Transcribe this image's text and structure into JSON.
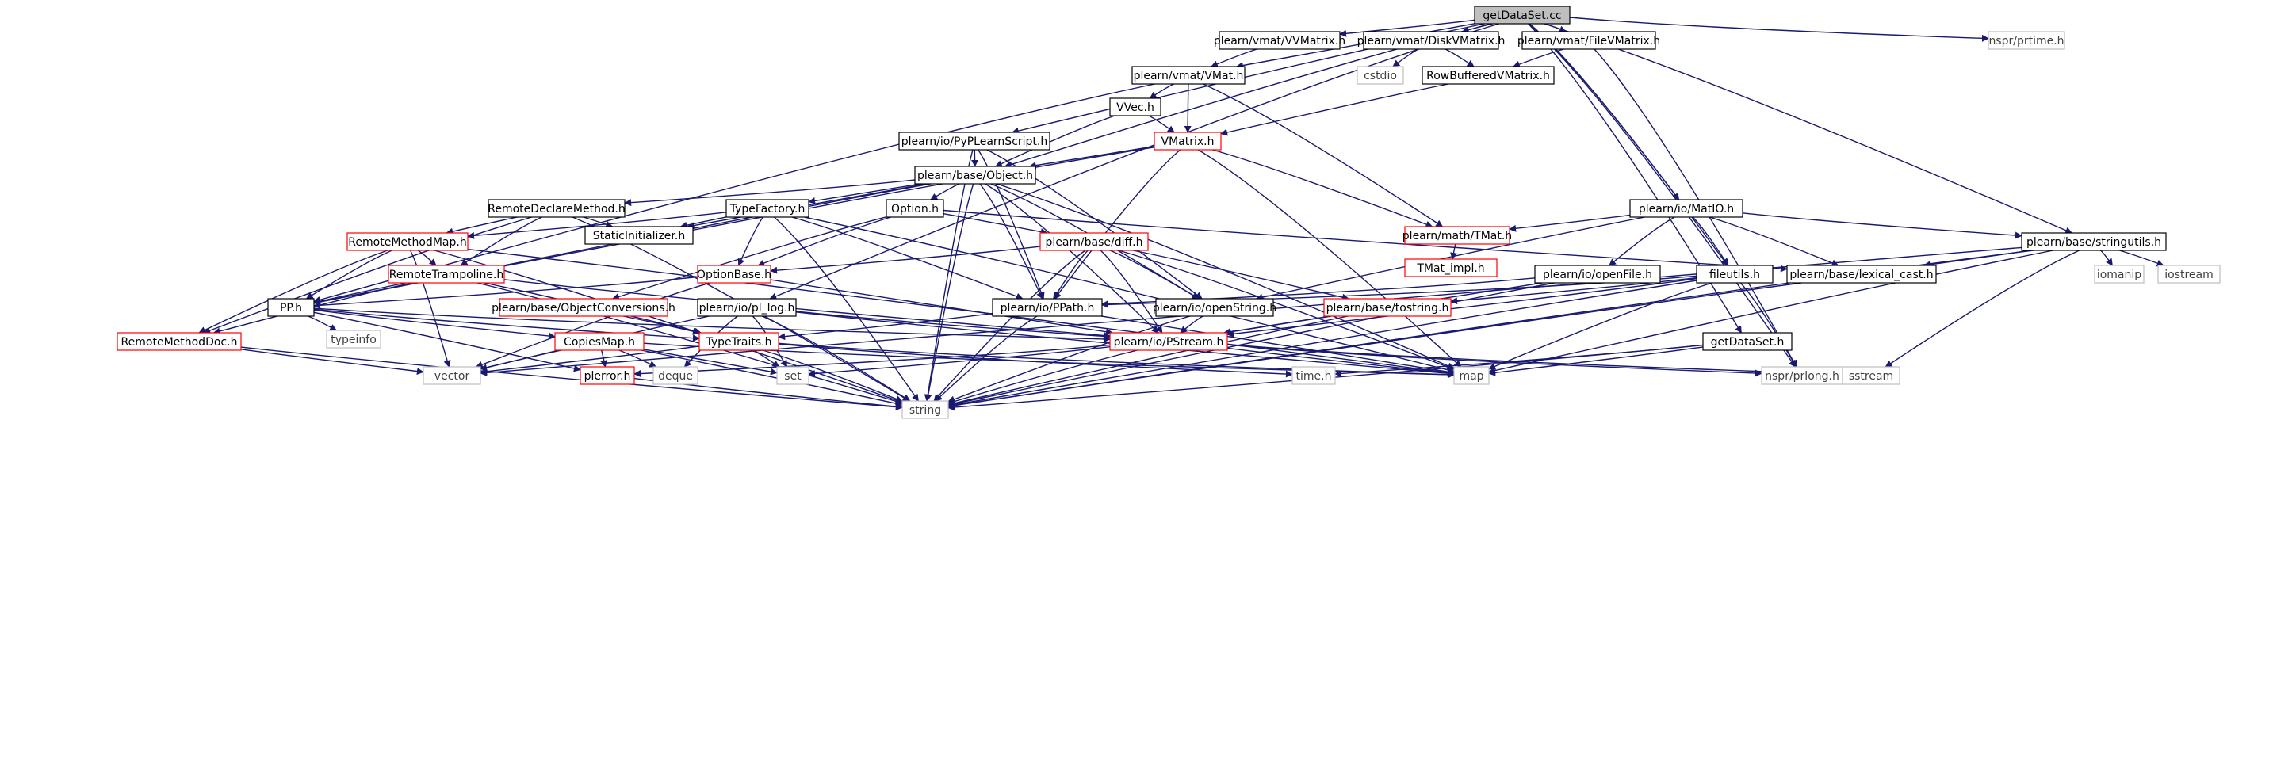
{
  "graph": {
    "root": "getDataSet.cc",
    "colors": {
      "root_fill": "#bfbfbf",
      "normal_border": "#000000",
      "truncated_border": "#ff0000",
      "system_border": "#bfbfbf",
      "edge": "#191970",
      "text_normal": "#000000",
      "text_system": "#404040"
    },
    "nodes": [
      {
        "id": "getDataSet.cc",
        "label": "getDataSet.cc",
        "kind": "root"
      },
      {
        "id": "VVMatrix",
        "label": "plearn/vmat/VVMatrix.h",
        "kind": "normal"
      },
      {
        "id": "DiskVMatrix",
        "label": "plearn/vmat/DiskVMatrix.h",
        "kind": "normal"
      },
      {
        "id": "FileVMatrix",
        "label": "plearn/vmat/FileVMatrix.h",
        "kind": "normal"
      },
      {
        "id": "prtime",
        "label": "nspr/prtime.h",
        "kind": "system"
      },
      {
        "id": "VMat",
        "label": "plearn/vmat/VMat.h",
        "kind": "normal"
      },
      {
        "id": "cstdio",
        "label": "cstdio",
        "kind": "system"
      },
      {
        "id": "RowBuffered",
        "label": "RowBufferedVMatrix.h",
        "kind": "normal"
      },
      {
        "id": "VVec",
        "label": "VVec.h",
        "kind": "normal"
      },
      {
        "id": "PyPLearnScript",
        "label": "plearn/io/PyPLearnScript.h",
        "kind": "normal"
      },
      {
        "id": "VMatrix",
        "label": "VMatrix.h",
        "kind": "truncated"
      },
      {
        "id": "Object",
        "label": "plearn/base/Object.h",
        "kind": "normal"
      },
      {
        "id": "MatIO",
        "label": "plearn/io/MatIO.h",
        "kind": "normal"
      },
      {
        "id": "RemoteDeclareMethod",
        "label": "RemoteDeclareMethod.h",
        "kind": "normal"
      },
      {
        "id": "TypeFactory",
        "label": "TypeFactory.h",
        "kind": "normal"
      },
      {
        "id": "Option",
        "label": "Option.h",
        "kind": "normal"
      },
      {
        "id": "TMat",
        "label": "plearn/math/TMat.h",
        "kind": "truncated"
      },
      {
        "id": "StaticInitializer",
        "label": "StaticInitializer.h",
        "kind": "normal"
      },
      {
        "id": "RemoteMethodMap",
        "label": "RemoteMethodMap.h",
        "kind": "truncated"
      },
      {
        "id": "diff",
        "label": "plearn/base/diff.h",
        "kind": "truncated"
      },
      {
        "id": "stringutils",
        "label": "plearn/base/stringutils.h",
        "kind": "normal"
      },
      {
        "id": "TMat_impl",
        "label": "TMat_impl.h",
        "kind": "truncated"
      },
      {
        "id": "OptionBase",
        "label": "OptionBase.h",
        "kind": "truncated"
      },
      {
        "id": "RemoteTrampoline",
        "label": "RemoteTrampoline.h",
        "kind": "truncated"
      },
      {
        "id": "openFile",
        "label": "plearn/io/openFile.h",
        "kind": "normal"
      },
      {
        "id": "fileutils",
        "label": "fileutils.h",
        "kind": "normal"
      },
      {
        "id": "lexical_cast",
        "label": "plearn/base/lexical_cast.h",
        "kind": "normal"
      },
      {
        "id": "iomanip",
        "label": "iomanip",
        "kind": "system"
      },
      {
        "id": "iostream",
        "label": "iostream",
        "kind": "system"
      },
      {
        "id": "PP",
        "label": "PP.h",
        "kind": "normal"
      },
      {
        "id": "ObjectConversions",
        "label": "plearn/base/ObjectConversions.h",
        "kind": "truncated"
      },
      {
        "id": "pl_log",
        "label": "plearn/io/pl_log.h",
        "kind": "normal"
      },
      {
        "id": "PPath",
        "label": "plearn/io/PPath.h",
        "kind": "normal"
      },
      {
        "id": "openString",
        "label": "plearn/io/openString.h",
        "kind": "normal"
      },
      {
        "id": "tostring",
        "label": "plearn/base/tostring.h",
        "kind": "truncated"
      },
      {
        "id": "typeinfo",
        "label": "typeinfo",
        "kind": "system"
      },
      {
        "id": "RemoteMethodDoc",
        "label": "RemoteMethodDoc.h",
        "kind": "truncated"
      },
      {
        "id": "CopiesMap",
        "label": "CopiesMap.h",
        "kind": "truncated"
      },
      {
        "id": "TypeTraits",
        "label": "TypeTraits.h",
        "kind": "truncated"
      },
      {
        "id": "PStream",
        "label": "plearn/io/PStream.h",
        "kind": "truncated"
      },
      {
        "id": "getDataSet_h",
        "label": "getDataSet.h",
        "kind": "normal"
      },
      {
        "id": "vector",
        "label": "vector",
        "kind": "system"
      },
      {
        "id": "plerror",
        "label": "plerror.h",
        "kind": "truncated"
      },
      {
        "id": "deque",
        "label": "deque",
        "kind": "system"
      },
      {
        "id": "set",
        "label": "set",
        "kind": "system"
      },
      {
        "id": "time",
        "label": "time.h",
        "kind": "system"
      },
      {
        "id": "map",
        "label": "map",
        "kind": "system"
      },
      {
        "id": "prlong",
        "label": "nspr/prlong.h",
        "kind": "system"
      },
      {
        "id": "sstream",
        "label": "sstream",
        "kind": "system"
      },
      {
        "id": "string",
        "label": "string",
        "kind": "system"
      }
    ],
    "edges": [
      [
        "getDataSet.cc",
        "VVMatrix"
      ],
      [
        "getDataSet.cc",
        "DiskVMatrix"
      ],
      [
        "getDataSet.cc",
        "FileVMatrix"
      ],
      [
        "getDataSet.cc",
        "prtime"
      ],
      [
        "getDataSet.cc",
        "VMat"
      ],
      [
        "getDataSet.cc",
        "PyPLearnScript"
      ],
      [
        "getDataSet.cc",
        "Object"
      ],
      [
        "getDataSet.cc",
        "MatIO"
      ],
      [
        "getDataSet.cc",
        "stringutils"
      ],
      [
        "getDataSet.cc",
        "fileutils"
      ],
      [
        "getDataSet.cc",
        "getDataSet_h"
      ],
      [
        "getDataSet.cc",
        "pl_log"
      ],
      [
        "getDataSet.cc",
        "prlong"
      ],
      [
        "VVMatrix",
        "VMat"
      ],
      [
        "DiskVMatrix",
        "cstdio"
      ],
      [
        "DiskVMatrix",
        "RowBuffered"
      ],
      [
        "FileVMatrix",
        "RowBuffered"
      ],
      [
        "FileVMatrix",
        "prlong"
      ],
      [
        "RowBuffered",
        "VMatrix"
      ],
      [
        "VMat",
        "VVec"
      ],
      [
        "VMat",
        "VMatrix"
      ],
      [
        "VMat",
        "TMat"
      ],
      [
        "VMat",
        "PP"
      ],
      [
        "VVec",
        "VMatrix"
      ],
      [
        "VVec",
        "Object"
      ],
      [
        "VMatrix",
        "Object"
      ],
      [
        "VMatrix",
        "TMat"
      ],
      [
        "VMatrix",
        "PPath"
      ],
      [
        "VMatrix",
        "map"
      ],
      [
        "VMatrix",
        "PP"
      ],
      [
        "PyPLearnScript",
        "Object"
      ],
      [
        "PyPLearnScript",
        "PPath"
      ],
      [
        "PyPLearnScript",
        "openString"
      ],
      [
        "PyPLearnScript",
        "string"
      ],
      [
        "Object",
        "RemoteDeclareMethod"
      ],
      [
        "Object",
        "TypeFactory"
      ],
      [
        "Object",
        "Option"
      ],
      [
        "Object",
        "StaticInitializer"
      ],
      [
        "Object",
        "PP"
      ],
      [
        "Object",
        "PPath"
      ],
      [
        "Object",
        "openString"
      ],
      [
        "Object",
        "map"
      ],
      [
        "Object",
        "string"
      ],
      [
        "Object",
        "PStream"
      ],
      [
        "RemoteDeclareMethod",
        "RemoteMethodMap"
      ],
      [
        "RemoteDeclareMethod",
        "StaticInitializer"
      ],
      [
        "RemoteDeclareMethod",
        "RemoteTrampoline"
      ],
      [
        "RemoteDeclareMethod",
        "RemoteMethodDoc"
      ],
      [
        "RemoteDeclareMethod",
        "string"
      ],
      [
        "TypeFactory",
        "RemoteMethodMap"
      ],
      [
        "TypeFactory",
        "OptionBase"
      ],
      [
        "TypeFactory",
        "PPath"
      ],
      [
        "TypeFactory",
        "map"
      ],
      [
        "TypeFactory",
        "string"
      ],
      [
        "TypeFactory",
        "StaticInitializer"
      ],
      [
        "Option",
        "OptionBase"
      ],
      [
        "Option",
        "diff"
      ],
      [
        "Option",
        "ObjectConversions"
      ],
      [
        "Option",
        "lexical_cast"
      ],
      [
        "RemoteMethodMap",
        "RemoteTrampoline"
      ],
      [
        "RemoteMethodMap",
        "PP"
      ],
      [
        "RemoteMethodMap",
        "map"
      ],
      [
        "RemoteMethodMap",
        "RemoteMethodDoc"
      ],
      [
        "RemoteMethodMap",
        "vector"
      ],
      [
        "RemoteMethodMap",
        "string"
      ],
      [
        "RemoteTrampoline",
        "PP"
      ],
      [
        "RemoteTrampoline",
        "TypeTraits"
      ],
      [
        "RemoteTrampoline",
        "PStream"
      ],
      [
        "RemoteTrampoline",
        "RemoteMethodDoc"
      ],
      [
        "RemoteTrampoline",
        "string"
      ],
      [
        "diff",
        "OptionBase"
      ],
      [
        "diff",
        "PPath"
      ],
      [
        "diff",
        "openString"
      ],
      [
        "diff",
        "tostring"
      ],
      [
        "diff",
        "PStream"
      ],
      [
        "diff",
        "map"
      ],
      [
        "diff",
        "string"
      ],
      [
        "OptionBase",
        "PP"
      ],
      [
        "OptionBase",
        "PStream"
      ],
      [
        "OptionBase",
        "vector"
      ],
      [
        "MatIO",
        "TMat"
      ],
      [
        "MatIO",
        "openFile"
      ],
      [
        "MatIO",
        "fileutils"
      ],
      [
        "MatIO",
        "lexical_cast"
      ],
      [
        "MatIO",
        "stringutils"
      ],
      [
        "MatIO",
        "openString"
      ],
      [
        "TMat",
        "TMat_impl"
      ],
      [
        "stringutils",
        "lexical_cast"
      ],
      [
        "stringutils",
        "iomanip"
      ],
      [
        "stringutils",
        "iostream"
      ],
      [
        "stringutils",
        "sstream"
      ],
      [
        "stringutils",
        "string"
      ],
      [
        "stringutils",
        "map"
      ],
      [
        "stringutils",
        "vector"
      ],
      [
        "fileutils",
        "PPath"
      ],
      [
        "fileutils",
        "tostring"
      ],
      [
        "fileutils",
        "PStream"
      ],
      [
        "fileutils",
        "map"
      ],
      [
        "fileutils",
        "prlong"
      ],
      [
        "fileutils",
        "string"
      ],
      [
        "openFile",
        "PPath"
      ],
      [
        "openFile",
        "PStream"
      ],
      [
        "openFile",
        "string"
      ],
      [
        "lexical_cast",
        "string"
      ],
      [
        "PP",
        "TypeTraits"
      ],
      [
        "PP",
        "CopiesMap"
      ],
      [
        "PP",
        "typeinfo"
      ],
      [
        "PP",
        "plerror"
      ],
      [
        "PP",
        "PStream"
      ],
      [
        "ObjectConversions",
        "TypeTraits"
      ],
      [
        "pl_log",
        "PStream"
      ],
      [
        "pl_log",
        "vector"
      ],
      [
        "pl_log",
        "deque"
      ],
      [
        "pl_log",
        "set"
      ],
      [
        "pl_log",
        "map"
      ],
      [
        "pl_log",
        "string"
      ],
      [
        "PPath",
        "TypeTraits"
      ],
      [
        "PPath",
        "string"
      ],
      [
        "PPath",
        "map"
      ],
      [
        "openString",
        "PStream"
      ],
      [
        "openString",
        "string"
      ],
      [
        "tostring",
        "PStream"
      ],
      [
        "tostring",
        "string"
      ],
      [
        "CopiesMap",
        "vector"
      ],
      [
        "CopiesMap",
        "plerror"
      ],
      [
        "CopiesMap",
        "deque"
      ],
      [
        "CopiesMap",
        "set"
      ],
      [
        "CopiesMap",
        "map"
      ],
      [
        "CopiesMap",
        "string"
      ],
      [
        "TypeTraits",
        "vector"
      ],
      [
        "TypeTraits",
        "set"
      ],
      [
        "TypeTraits",
        "map"
      ],
      [
        "TypeTraits",
        "string"
      ],
      [
        "TypeTraits",
        "time"
      ],
      [
        "PStream",
        "plerror"
      ],
      [
        "PStream",
        "set"
      ],
      [
        "PStream",
        "map"
      ],
      [
        "PStream",
        "sstream"
      ],
      [
        "PStream",
        "prlong"
      ],
      [
        "PStream",
        "string"
      ],
      [
        "RemoteMethodDoc",
        "vector"
      ],
      [
        "RemoteMethodDoc",
        "string"
      ],
      [
        "plerror",
        "string"
      ],
      [
        "getDataSet_h",
        "map"
      ],
      [
        "getDataSet_h",
        "time"
      ],
      [
        "getDataSet_h",
        "string"
      ]
    ]
  }
}
